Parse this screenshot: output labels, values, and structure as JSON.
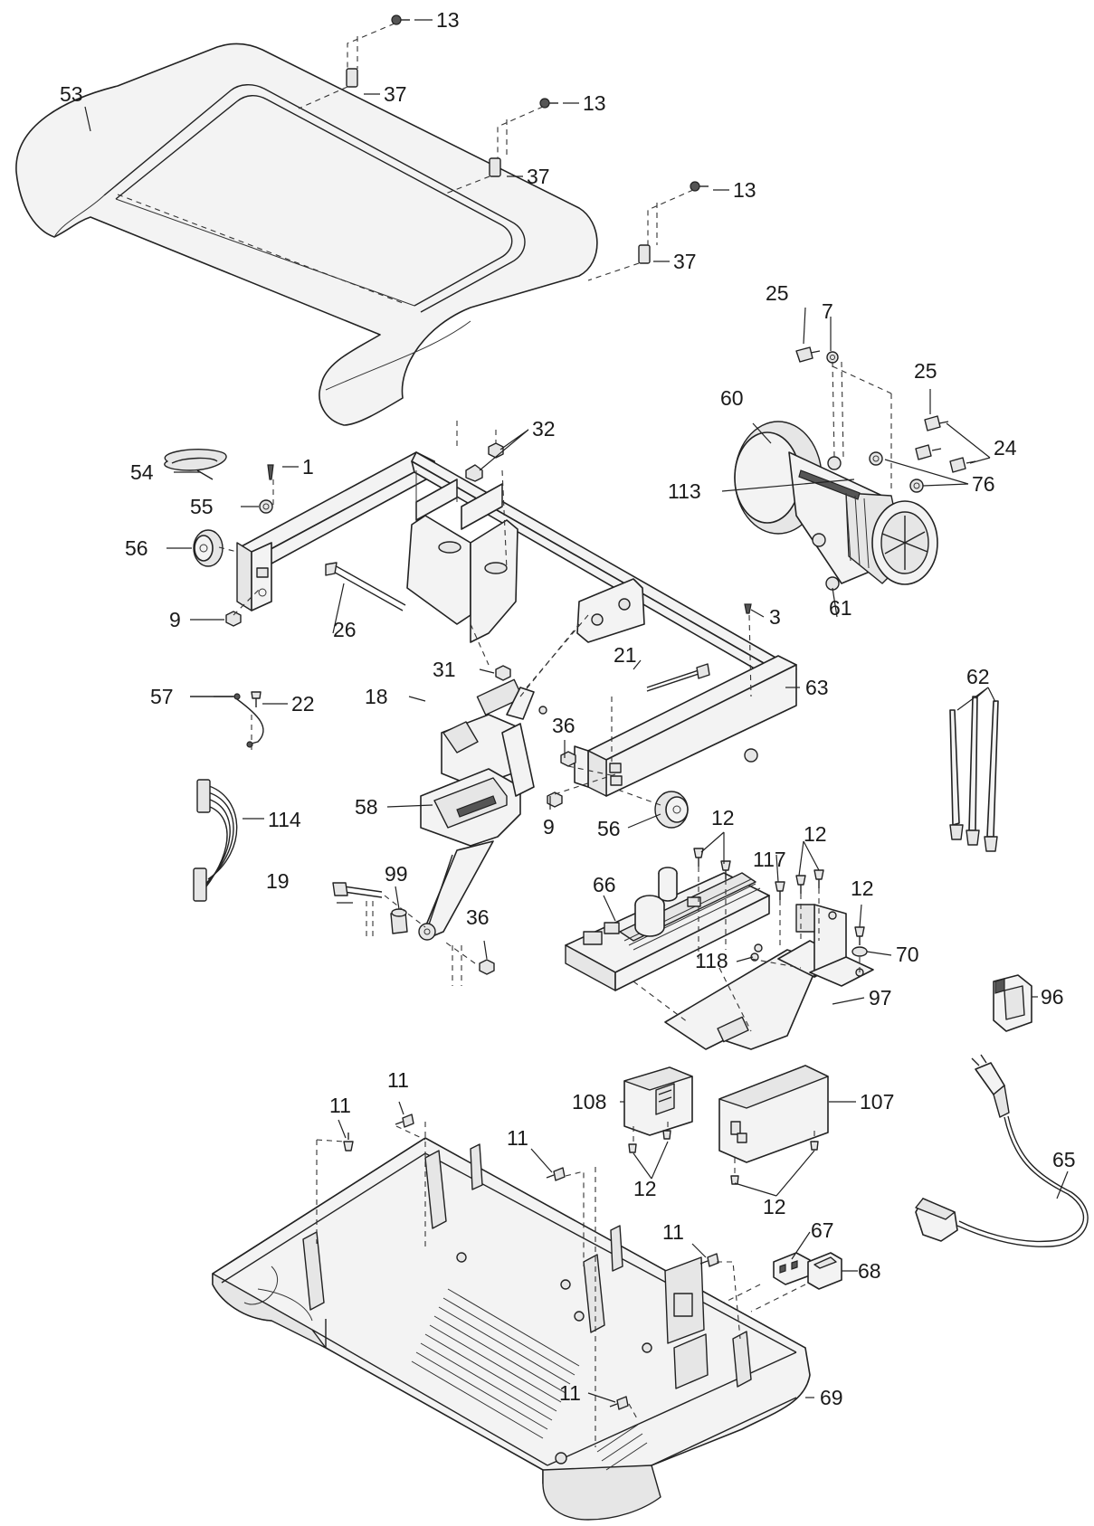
{
  "diagram": {
    "colors": {
      "line": "#222222",
      "fill": "#f3f3f3",
      "background": "#ffffff"
    },
    "callouts": [
      {
        "id": "c13a",
        "text": "13"
      },
      {
        "id": "c53",
        "text": "53"
      },
      {
        "id": "c37a",
        "text": "37"
      },
      {
        "id": "c13b",
        "text": "13"
      },
      {
        "id": "c37b",
        "text": "37"
      },
      {
        "id": "c13c",
        "text": "13"
      },
      {
        "id": "c37c",
        "text": "37"
      },
      {
        "id": "c25a",
        "text": "25"
      },
      {
        "id": "c7",
        "text": "7"
      },
      {
        "id": "c25b",
        "text": "25"
      },
      {
        "id": "c60",
        "text": "60"
      },
      {
        "id": "c24",
        "text": "24"
      },
      {
        "id": "c76",
        "text": "76"
      },
      {
        "id": "c113",
        "text": "113"
      },
      {
        "id": "c61",
        "text": "61"
      },
      {
        "id": "c32",
        "text": "32"
      },
      {
        "id": "c54",
        "text": "54"
      },
      {
        "id": "c1",
        "text": "1"
      },
      {
        "id": "c55",
        "text": "55"
      },
      {
        "id": "c56a",
        "text": "56"
      },
      {
        "id": "c9a",
        "text": "9"
      },
      {
        "id": "c26",
        "text": "26"
      },
      {
        "id": "c3",
        "text": "3"
      },
      {
        "id": "c31",
        "text": "31"
      },
      {
        "id": "c21",
        "text": "21"
      },
      {
        "id": "c63",
        "text": "63"
      },
      {
        "id": "c62",
        "text": "62"
      },
      {
        "id": "c57",
        "text": "57"
      },
      {
        "id": "c22",
        "text": "22"
      },
      {
        "id": "c18",
        "text": "18"
      },
      {
        "id": "c36a",
        "text": "36"
      },
      {
        "id": "c114",
        "text": "114"
      },
      {
        "id": "c58",
        "text": "58"
      },
      {
        "id": "c9b",
        "text": "9"
      },
      {
        "id": "c56b",
        "text": "56"
      },
      {
        "id": "c12a",
        "text": "12"
      },
      {
        "id": "c12b",
        "text": "12"
      },
      {
        "id": "c117",
        "text": "117"
      },
      {
        "id": "c12c",
        "text": "12"
      },
      {
        "id": "c19",
        "text": "19"
      },
      {
        "id": "c99",
        "text": "99"
      },
      {
        "id": "c66",
        "text": "66"
      },
      {
        "id": "c36b",
        "text": "36"
      },
      {
        "id": "c70",
        "text": "70"
      },
      {
        "id": "c118",
        "text": "118"
      },
      {
        "id": "c97",
        "text": "97"
      },
      {
        "id": "c96",
        "text": "96"
      },
      {
        "id": "c11a",
        "text": "11"
      },
      {
        "id": "c11b",
        "text": "11"
      },
      {
        "id": "c108",
        "text": "108"
      },
      {
        "id": "c107",
        "text": "107"
      },
      {
        "id": "c11c",
        "text": "11"
      },
      {
        "id": "c65",
        "text": "65"
      },
      {
        "id": "c12d",
        "text": "12"
      },
      {
        "id": "c12e",
        "text": "12"
      },
      {
        "id": "c67",
        "text": "67"
      },
      {
        "id": "c11d",
        "text": "11"
      },
      {
        "id": "c68",
        "text": "68"
      },
      {
        "id": "c11e",
        "text": "11"
      },
      {
        "id": "c69",
        "text": "69"
      }
    ]
  }
}
